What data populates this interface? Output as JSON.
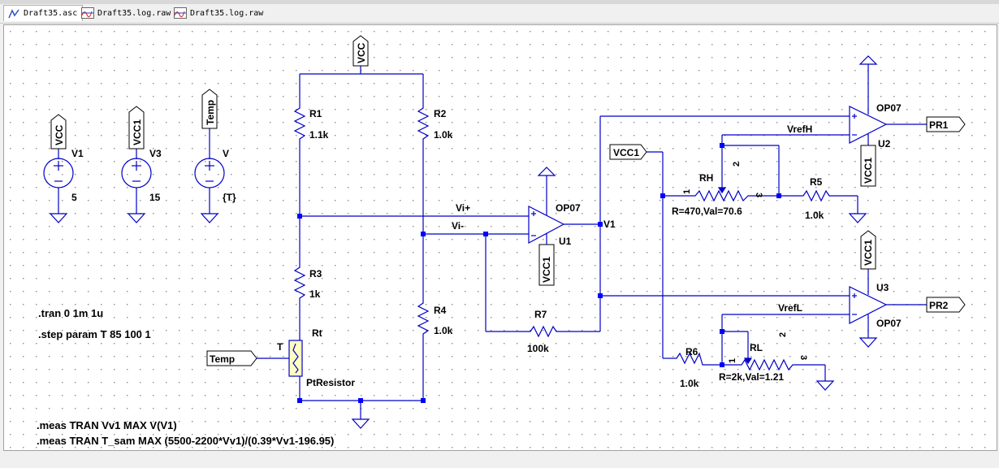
{
  "tabs": [
    {
      "label": "Draft35.asc",
      "icon": "schematic-icon",
      "active": true
    },
    {
      "label": "Draft35.log.raw",
      "icon": "waveform-icon",
      "active": false
    },
    {
      "label": "Draft35.log.raw",
      "icon": "waveform-icon",
      "active": false
    }
  ],
  "colors": {
    "wire": "#0000c8",
    "junction": "#0000ff",
    "grid": "#808080",
    "text": "#000000"
  },
  "sources": {
    "v1": {
      "name": "V1",
      "net": "VCC",
      "value": "5"
    },
    "v3": {
      "name": "V3",
      "net": "VCC1",
      "value": "15"
    },
    "v": {
      "name": "V",
      "net": "Temp",
      "value": "{T}"
    }
  },
  "bridge": {
    "top_net": "VCC",
    "r1": {
      "name": "R1",
      "value": "1.1k"
    },
    "r2": {
      "name": "R2",
      "value": "1.0k"
    },
    "r3": {
      "name": "R3",
      "value": "1k"
    },
    "r4": {
      "name": "R4",
      "value": "1.0k"
    },
    "rt": {
      "name": "Rt",
      "model": "PtResistor",
      "pin": "T",
      "input_net": "Temp"
    }
  },
  "amp": {
    "u1": {
      "name": "U1",
      "model": "OP07",
      "supply": "VCC1"
    },
    "r7": {
      "name": "R7",
      "value": "100k"
    },
    "net_vplus": "Vi+",
    "net_vminus": "Vi-",
    "out_net": "V1"
  },
  "comparators": {
    "u2": {
      "name": "U2",
      "model": "OP07",
      "supply": "VCC1",
      "out": "PR1"
    },
    "u3": {
      "name": "U3",
      "model": "OP07",
      "supply": "VCC1",
      "out": "PR2"
    },
    "vrefh": "VrefH",
    "vrefl": "VrefL",
    "vcc1_flag": "VCC1",
    "rh": {
      "name": "RH",
      "params": "R=470,Val=70.6",
      "pin1": "1",
      "pin2": "2",
      "pin3": "3"
    },
    "rl": {
      "name": "RL",
      "params": "R=2k,Val=1.21",
      "pin1": "1",
      "pin2": "2",
      "pin3": "3"
    },
    "r5": {
      "name": "R5",
      "value": "1.0k"
    },
    "r6": {
      "name": "R6",
      "value": "1.0k"
    }
  },
  "directives": {
    "tran": ".tran 0 1m 1u",
    "step": ".step param T 85 100 1",
    "meas1": ".meas TRAN Vv1 MAX V(V1)",
    "meas2": ".meas TRAN T_sam MAX (5500-2200*Vv1)/(0.39*Vv1-196.95)"
  }
}
